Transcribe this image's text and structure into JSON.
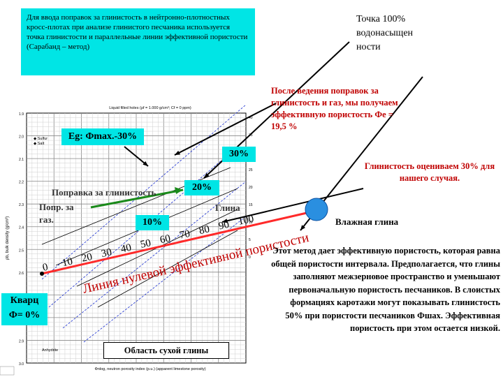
{
  "intro_text": "Для ввода поправок за глинистость в нейтронно-плотностных кросс-плотах при анализе глинистого песчаника используется точка глинистости и параллельные линии эффективной пористости (Сарабанд – метод)",
  "top_right": [
    "Точка 100%",
    "водонасыщен",
    "ности"
  ],
  "red_note": "После ведения поправок за глинистость и газ, мы получаем эффективную пористость Фe = 19,5 %",
  "clay_estimate": "Глинистость оцениваем 30% для нашего случая.",
  "wet_clay": "Влажная глина",
  "method_text": "Этот метод дает эффективную пористость, которая равна общей пористости интервала. Предполагается, что глины заполняют межзерновое пространство и уменьшают первоначальную пористость песчаников. В слоистых формациях каротажи могут показывать глинистость 50% при пористости песчаников Фшах. Эффективная пористость при этом остается низкой.",
  "eg_label": "Eg: Фmax.-30%",
  "pct_30": "30%",
  "pct_20": "20%",
  "pct_10": "10%",
  "corr_clay": "Поправка за глинистость",
  "corr_gas": [
    "Попр. за",
    "газ."
  ],
  "clay_label": "Глина",
  "quartz": [
    "Кварц",
    "Ф= 0%"
  ],
  "dry_clay": "Область сухой глины",
  "zero_line": "Линия нулевой эффективной пористости",
  "porosity_ticks": [
    "0",
    "10",
    "20",
    "30",
    "40",
    "50",
    "60",
    "70",
    "80",
    "90",
    "100"
  ],
  "chart_header": "Liquid filled holes (ρf = 1.000 g/cm³; Cf = 0 ppm)",
  "y_axis_label": "ρb, bulk density (g/cm³)",
  "x_axis_label": "Φnlog, neutron porosity index (p.u.) (apparent limestone porosity)",
  "y_ticks": [
    "1.9",
    "2.0",
    "2.1",
    "2.2",
    "2.3",
    "2.4",
    "2.5",
    "2.6",
    "2.7",
    "2.8",
    "2.9",
    "3.0"
  ],
  "legend": [
    "Sulfur",
    "Salt"
  ],
  "mineral_labels": [
    "Anhydrite"
  ],
  "colors": {
    "cyan": "#00e5e5",
    "red_text": "#c00000",
    "red_line": "#ff2a2a",
    "green_arrow": "#1a8a1a",
    "blue_dot": "#2a8fe0"
  }
}
